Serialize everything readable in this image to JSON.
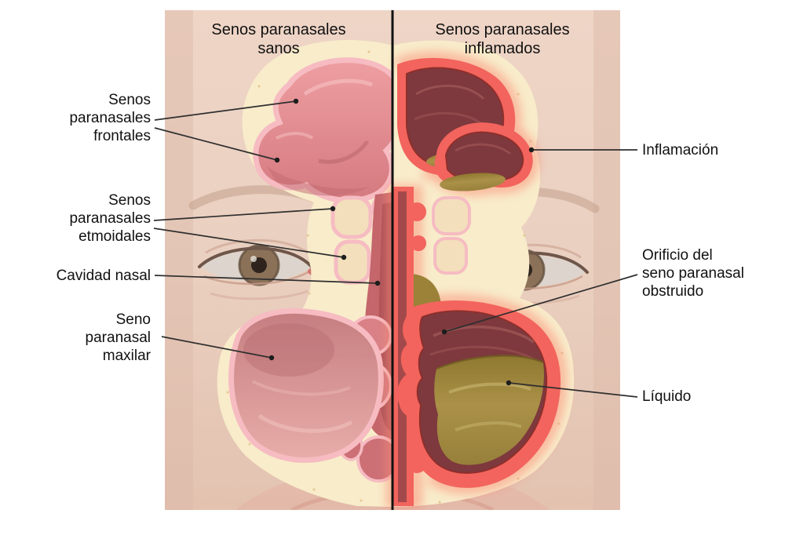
{
  "figure": {
    "titles": {
      "left": "Senos paranasales\nsanos",
      "right": "Senos paranasales\ninflamados"
    },
    "labels": {
      "frontal": "Senos\nparanasales\nfrontales",
      "ethmoid": "Senos\nparanasales\netmoidales",
      "nasal_cavity": "Cavidad nasal",
      "maxillary": "Seno\nparanasal\nmaxilar",
      "inflammation": "Inflamación",
      "blocked_ostium": "Orificio del\nseno paranasal\nobstruido",
      "fluid": "Líquido"
    },
    "palette": {
      "background": "#ffffff",
      "skin": "#ecd0c0",
      "bone": "#f8ecca",
      "healthy_sinus_pink": "#e08a8f",
      "mucosa_rim_pink": "#f6bcc2",
      "inflamed_wall_red": "#f2645d",
      "inflamed_interior": "#7d393d",
      "fluid_olive": "#a18738",
      "divider": "#111111",
      "label_color": "#111111"
    }
  }
}
